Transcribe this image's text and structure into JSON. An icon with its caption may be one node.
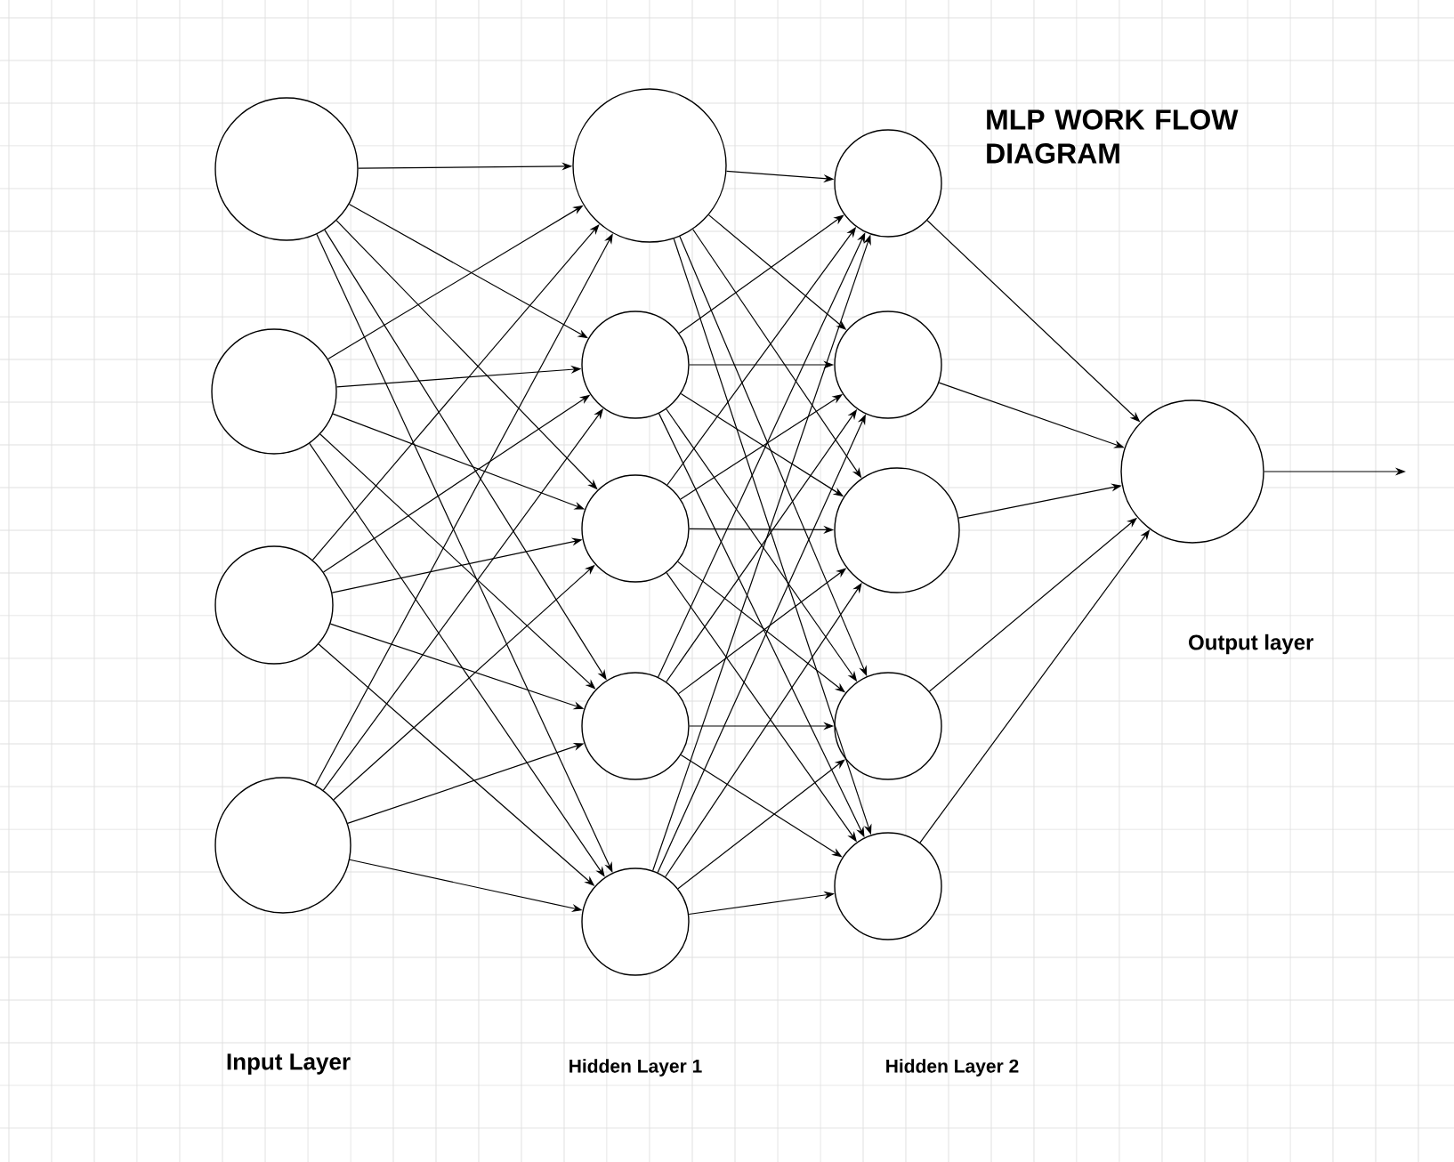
{
  "diagram": {
    "title": "MLP WORK FLOW DIAGRAM",
    "nodes": [
      {
        "text": [],
        "shape": "circle"
      },
      {
        "text": [],
        "shape": "circle"
      },
      {
        "text": [],
        "shape": "circle"
      },
      {
        "text": [],
        "shape": "circle"
      },
      {
        "text": [],
        "shape": "circle"
      },
      {
        "text": [],
        "shape": "circle"
      },
      {
        "text": [],
        "shape": "circle"
      },
      {
        "text": [],
        "shape": "circle"
      },
      {
        "text": [],
        "shape": "circle"
      },
      {
        "text": [],
        "shape": "circle"
      },
      {
        "text": [],
        "shape": "circle"
      },
      {
        "text": [],
        "shape": "circle"
      },
      {
        "text": [],
        "shape": "circle"
      },
      {
        "text": [],
        "shape": "circle"
      },
      {
        "text": [],
        "shape": "circle"
      }
    ],
    "edges": [
      {
        "from": 0,
        "to": 4,
        "arrow": "to"
      },
      {
        "from": 0,
        "to": 5,
        "arrow": "to"
      },
      {
        "from": 0,
        "to": 6,
        "arrow": "to"
      },
      {
        "from": 0,
        "to": 7,
        "arrow": "to"
      },
      {
        "from": 0,
        "to": 8,
        "arrow": "to"
      },
      {
        "from": 1,
        "to": 4,
        "arrow": "to"
      },
      {
        "from": 1,
        "to": 5,
        "arrow": "to"
      },
      {
        "from": 1,
        "to": 6,
        "arrow": "to"
      },
      {
        "from": 1,
        "to": 7,
        "arrow": "to"
      },
      {
        "from": 1,
        "to": 8,
        "arrow": "to"
      },
      {
        "from": 2,
        "to": 4,
        "arrow": "to"
      },
      {
        "from": 2,
        "to": 5,
        "arrow": "to"
      },
      {
        "from": 2,
        "to": 6,
        "arrow": "to"
      },
      {
        "from": 2,
        "to": 7,
        "arrow": "to"
      },
      {
        "from": 2,
        "to": 8,
        "arrow": "to"
      },
      {
        "from": 3,
        "to": 4,
        "arrow": "to"
      },
      {
        "from": 3,
        "to": 5,
        "arrow": "to"
      },
      {
        "from": 3,
        "to": 6,
        "arrow": "to"
      },
      {
        "from": 3,
        "to": 7,
        "arrow": "to"
      },
      {
        "from": 3,
        "to": 8,
        "arrow": "to"
      },
      {
        "from": 4,
        "to": 9,
        "arrow": "to"
      },
      {
        "from": 4,
        "to": 10,
        "arrow": "to"
      },
      {
        "from": 4,
        "to": 11,
        "arrow": "to"
      },
      {
        "from": 4,
        "to": 12,
        "arrow": "to"
      },
      {
        "from": 4,
        "to": 13,
        "arrow": "to"
      },
      {
        "from": 5,
        "to": 9,
        "arrow": "to"
      },
      {
        "from": 5,
        "to": 10,
        "arrow": "to"
      },
      {
        "from": 5,
        "to": 11,
        "arrow": "to"
      },
      {
        "from": 5,
        "to": 12,
        "arrow": "to"
      },
      {
        "from": 5,
        "to": 13,
        "arrow": "to"
      },
      {
        "from": 6,
        "to": 9,
        "arrow": "to"
      },
      {
        "from": 6,
        "to": 10,
        "arrow": "to"
      },
      {
        "from": 6,
        "to": 11,
        "arrow": "to"
      },
      {
        "from": 6,
        "to": 12,
        "arrow": "to"
      },
      {
        "from": 6,
        "to": 13,
        "arrow": "to"
      },
      {
        "from": 7,
        "to": 9,
        "arrow": "to"
      },
      {
        "from": 7,
        "to": 10,
        "arrow": "to"
      },
      {
        "from": 7,
        "to": 11,
        "arrow": "to"
      },
      {
        "from": 7,
        "to": 12,
        "arrow": "to"
      },
      {
        "from": 7,
        "to": 13,
        "arrow": "to"
      },
      {
        "from": 8,
        "to": 9,
        "arrow": "to"
      },
      {
        "from": 8,
        "to": 10,
        "arrow": "to"
      },
      {
        "from": 8,
        "to": 11,
        "arrow": "to"
      },
      {
        "from": 8,
        "to": 12,
        "arrow": "to"
      },
      {
        "from": 8,
        "to": 13,
        "arrow": "to"
      },
      {
        "from": 9,
        "to": 14,
        "arrow": "to"
      },
      {
        "from": 10,
        "to": 14,
        "arrow": "to"
      },
      {
        "from": 11,
        "to": 14,
        "arrow": "to"
      },
      {
        "from": 12,
        "to": 14,
        "arrow": "to"
      },
      {
        "from": 13,
        "to": 14,
        "arrow": "to"
      },
      {
        "from": 14,
        "to": null,
        "arrow": "to"
      }
    ],
    "labels": [
      "Output layer",
      "Input Layer",
      "Hidden Layer 1",
      "Hidden Layer 2"
    ]
  }
}
